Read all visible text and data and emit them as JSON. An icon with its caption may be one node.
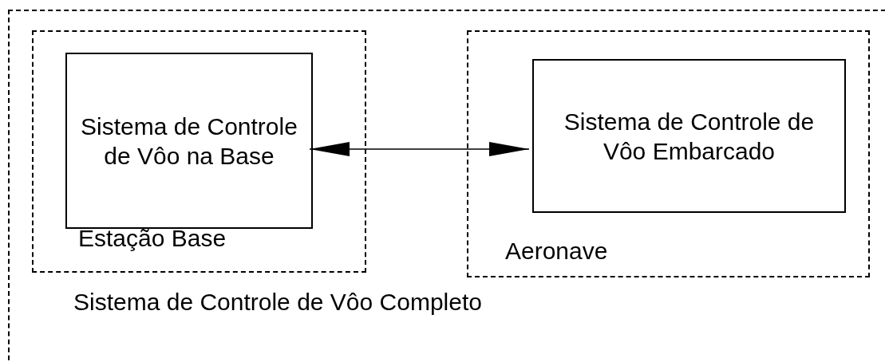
{
  "diagram": {
    "nodes": [
      {
        "text": [
          "Sistema de Controle de Vôo Completo"
        ]
      },
      {
        "text": [
          "Estação Base"
        ],
        "in": 0
      },
      {
        "text": [
          "Sistema de Controle de Vôo na Base"
        ],
        "in": 1
      },
      {
        "text": [
          "Aeronave"
        ],
        "in": 0
      },
      {
        "text": [
          "Sistema de Controle de Vôo Embarcado"
        ],
        "in": 3
      }
    ],
    "edges": [
      {
        "from": 2,
        "to": 4,
        "arrow": "both"
      }
    ]
  }
}
